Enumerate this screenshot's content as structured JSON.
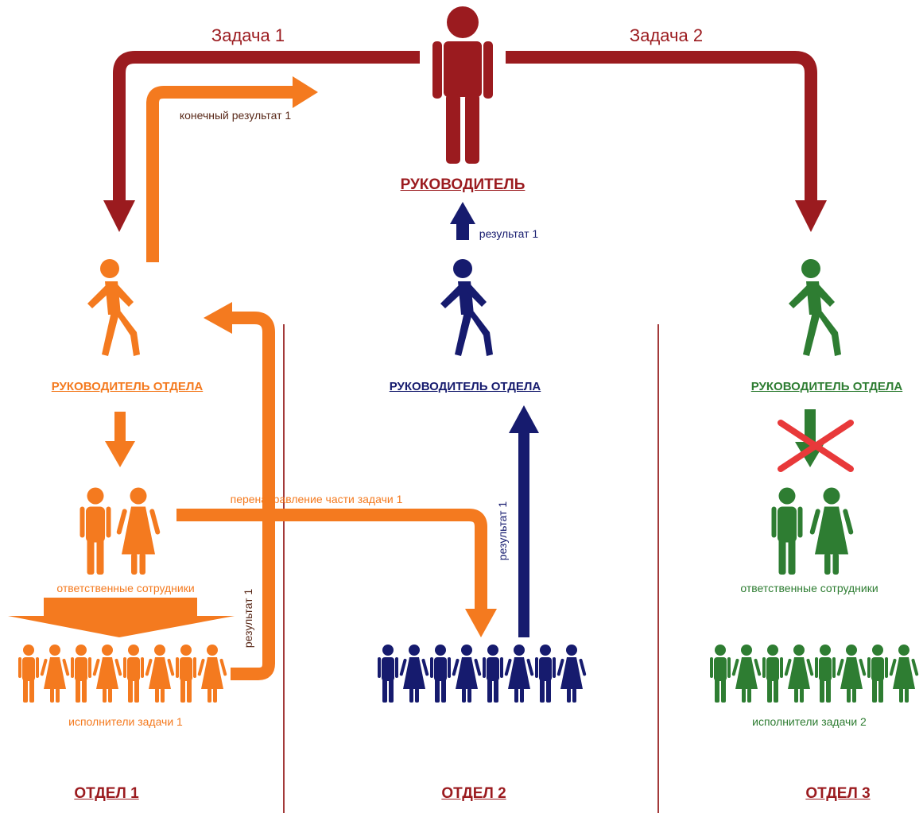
{
  "colors": {
    "boss": "#9b1b1f",
    "dept1": "#f47a1f",
    "dept2": "#161b6e",
    "dept3": "#2e7d32",
    "divider": "#a33a3a",
    "cross": "#e8393a"
  },
  "top": {
    "task1": "Задача 1",
    "task2": "Задача 2",
    "boss_title": "РУКОВОДИТЕЛЬ",
    "final_result": "конечный результат 1"
  },
  "dept1": {
    "head_title": "РУКОВОДИТЕЛЬ ОТДЕЛА",
    "staff": "ответственные сотрудники",
    "workers": "исполнители задачи 1",
    "result": "результат 1",
    "redirect": "перенаправление части задачи 1",
    "name": "ОТДЕЛ 1"
  },
  "dept2": {
    "head_title": "РУКОВОДИТЕЛЬ ОТДЕЛА",
    "result_up": "результат 1",
    "result_vertical": "результат 1",
    "name": "ОТДЕЛ 2"
  },
  "dept3": {
    "head_title": "РУКОВОДИТЕЛЬ ОТДЕЛА",
    "staff": "ответственные сотрудники",
    "workers": "исполнители задачи 2",
    "name": "ОТДЕЛ 3"
  }
}
